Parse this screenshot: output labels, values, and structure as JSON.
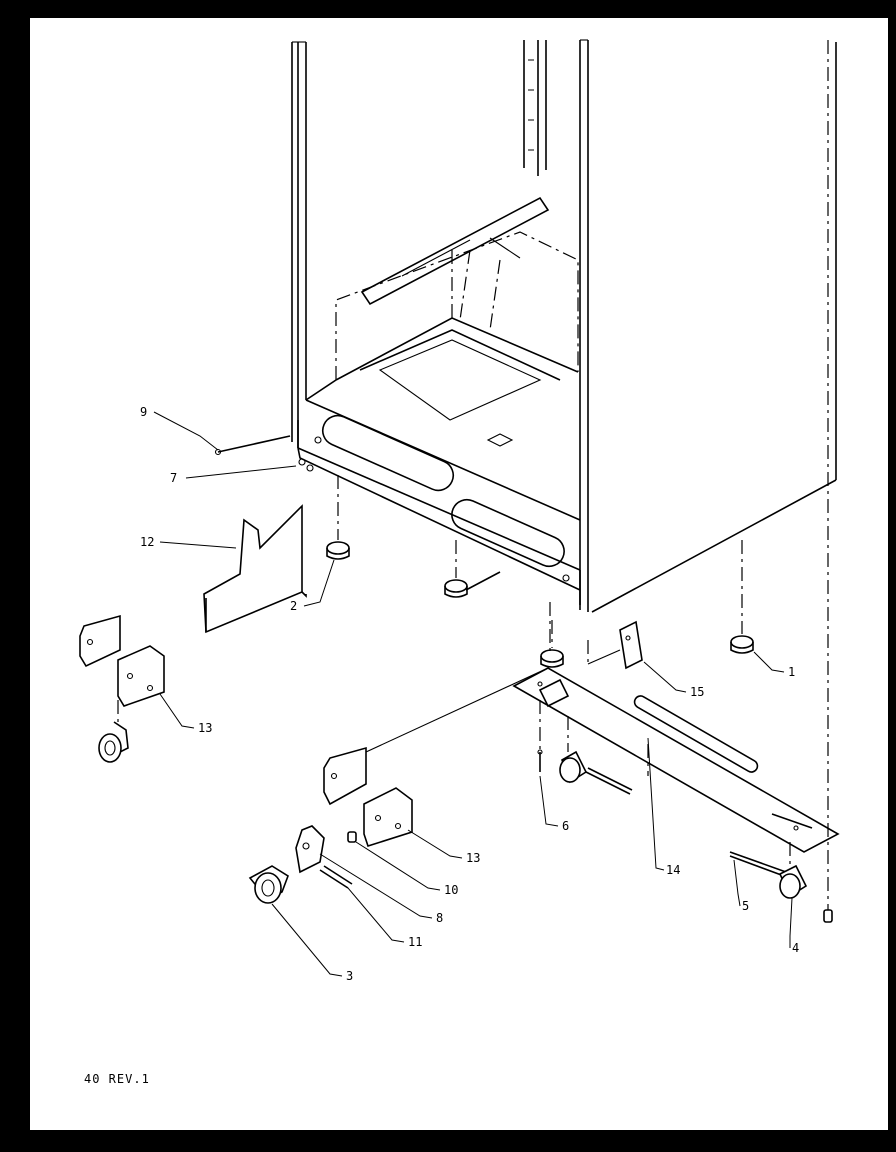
{
  "diagram": {
    "callouts": [
      {
        "id": "c9",
        "text": "9"
      },
      {
        "id": "c7",
        "text": "7"
      },
      {
        "id": "c12",
        "text": "12"
      },
      {
        "id": "c2",
        "text": "2"
      },
      {
        "id": "c13a",
        "text": "13"
      },
      {
        "id": "c15",
        "text": "15"
      },
      {
        "id": "c1",
        "text": "1"
      },
      {
        "id": "c6",
        "text": "6"
      },
      {
        "id": "c14",
        "text": "14"
      },
      {
        "id": "c13b",
        "text": "13"
      },
      {
        "id": "c10",
        "text": "10"
      },
      {
        "id": "c8",
        "text": "8"
      },
      {
        "id": "c11",
        "text": "11"
      },
      {
        "id": "c3",
        "text": "3"
      },
      {
        "id": "c5",
        "text": "5"
      },
      {
        "id": "c4",
        "text": "4"
      }
    ],
    "footer": "40 REV.1"
  }
}
